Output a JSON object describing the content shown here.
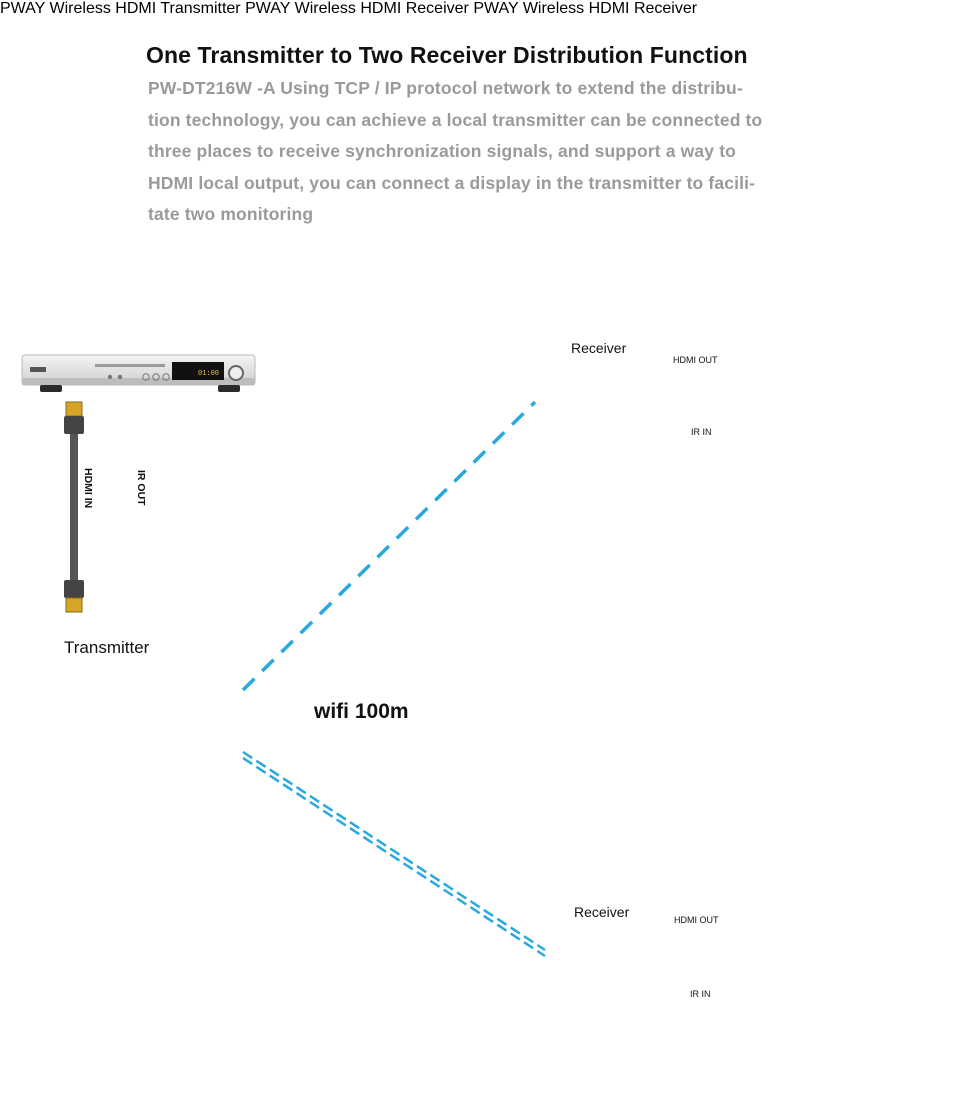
{
  "title": "One Transmitter to Two Receiver Distribution Function",
  "description_lines": [
    "PW-DT216W -A Using TCP / IP protocol network to extend the distribu-",
    "tion technology, you can achieve a local transmitter can be connected to",
    "three places to receive synchronization signals, and support a way to",
    "HDMI local output, you can connect a display in the transmitter to facili-",
    "tate two monitoring"
  ],
  "source": {
    "display": "01:00",
    "hdmi_label": "HDMI IN",
    "ir_label": "IR OUT"
  },
  "transmitter": {
    "label": "Transmitter",
    "brand": "PWAY",
    "product": "Wireless HDMI",
    "badge": "Transmitter"
  },
  "link": {
    "label": "wifi 100m"
  },
  "receivers": [
    {
      "label": "Receiver",
      "brand": "PWAY",
      "product": "Wireless HDMI",
      "badge": "Receiver",
      "hdmi_out": "HDMI OUT",
      "ir_in": "IR IN"
    },
    {
      "label": "Receiver",
      "brand": "PWAY",
      "product": "Wireless HDMI",
      "badge": "Receiver",
      "hdmi_out": "HDMI OUT",
      "ir_in": "IR IN"
    }
  ],
  "colors": {
    "link": "#29a8e0",
    "device": "#1b1b1b",
    "brand": "#2a73d9",
    "ir": "#d93030",
    "text_gray": "#9a9a9a"
  }
}
